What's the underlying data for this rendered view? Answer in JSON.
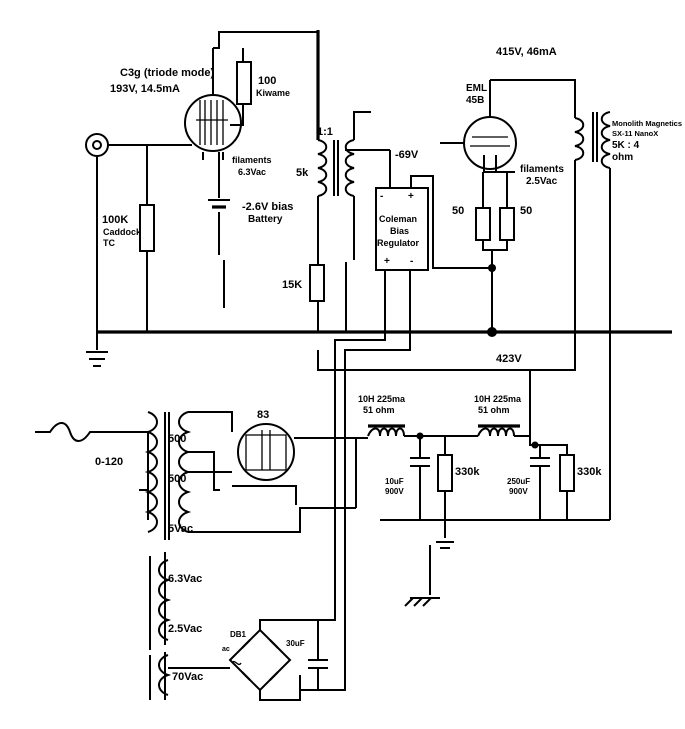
{
  "labels": {
    "tube1_name": "C3g (triode mode)",
    "tube1_op": "193V, 14.5mA",
    "r100": "100",
    "kiwame": "Kiwame",
    "fil1_a": "filaments",
    "fil1_b": "6.3Vac",
    "bias_a": "-2.6V bias",
    "bias_b": "Battery",
    "r100k": "100K",
    "caddock": "Caddock",
    "tc": "TC",
    "ratio": "1:1",
    "r5k": "5k",
    "r15k": "15K",
    "v_neg69": "-69V",
    "reg_1": "Coleman",
    "reg_2": "Bias",
    "reg_3": "Regulator",
    "minus": "-",
    "plus": "+",
    "top_op": "415V, 46mA",
    "eml": "EML",
    "t45b": "45B",
    "fil2_a": "filaments",
    "fil2_b": "2.5Vac",
    "r50a": "50",
    "r50b": "50",
    "ot_1": "Monolith Magnetics",
    "ot_2": "SX-11 NanoX",
    "ot_3": "5K : 4",
    "ot_4": "ohm",
    "v423": "423V",
    "rect": "83",
    "ch1_a": "10H 225ma",
    "ch1_b": "51 ohm",
    "ch2_a": "10H 225ma",
    "ch2_b": "51 ohm",
    "c1_a": "10uF",
    "c1_b": "900V",
    "c2_a": "250uF",
    "c2_b": "900V",
    "r330a": "330k",
    "r330b": "330k",
    "mains": "0-120",
    "s500a": "500",
    "s500b": "500",
    "s5v": "5Vac",
    "s63": "6.3Vac",
    "s25": "2.5Vac",
    "s70": "70Vac",
    "db1": "DB1",
    "ac": "ac",
    "c30": "30uF"
  }
}
